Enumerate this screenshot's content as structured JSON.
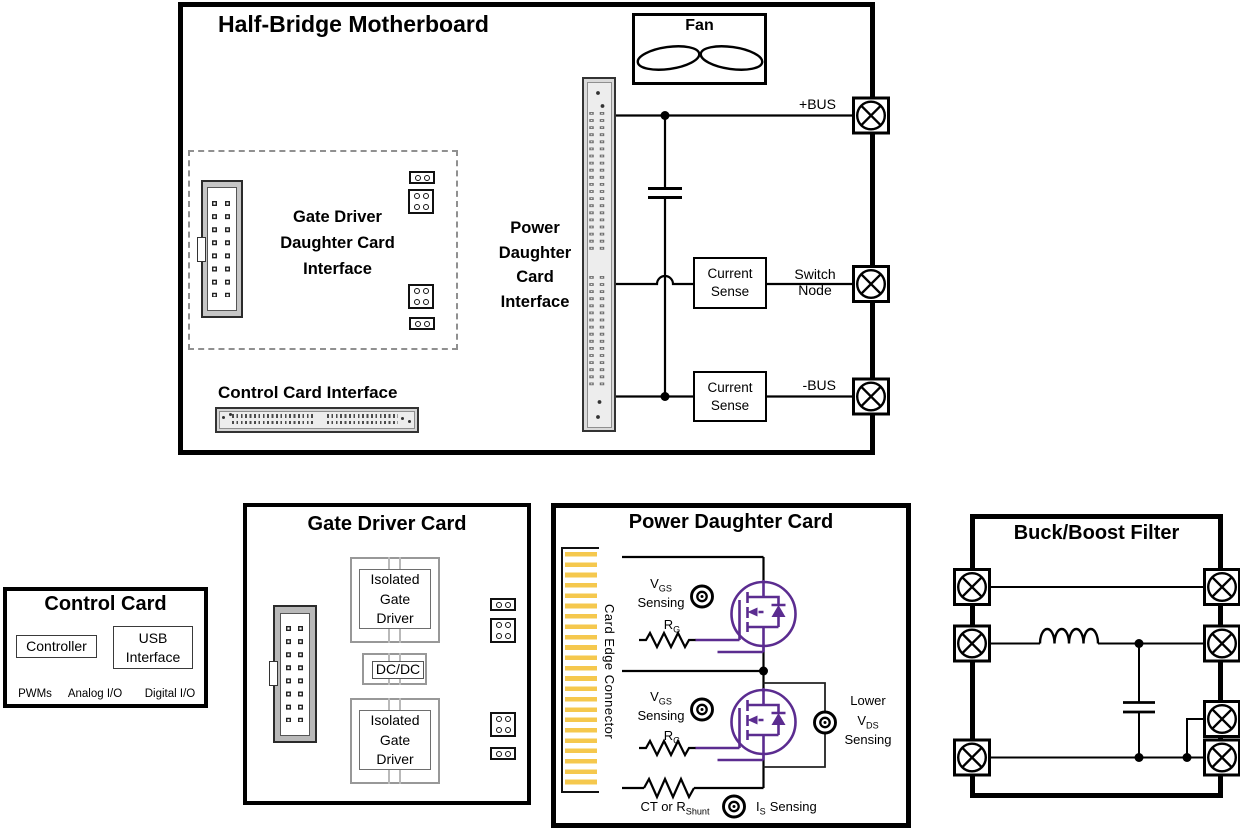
{
  "motherboard": {
    "title": "Half-Bridge Motherboard",
    "fan_label": "Fan",
    "gate_driver_interface": {
      "line1": "Gate Driver",
      "line2": "Daughter Card",
      "line3": "Interface"
    },
    "power_interface": {
      "line1": "Power",
      "line2": "Daughter",
      "line3": "Card",
      "line4": "Interface"
    },
    "control_card_interface_label": "Control Card Interface",
    "current_sense_upper": {
      "line1": "Current",
      "line2": "Sense"
    },
    "current_sense_lower": {
      "line1": "Current",
      "line2": "Sense"
    },
    "ports": {
      "plus_bus": "+BUS",
      "switch_line1": "Switch",
      "switch_line2": "Node",
      "minus_bus": "-BUS"
    }
  },
  "control_card": {
    "title": "Control Card",
    "controller": "Controller",
    "usb": {
      "line1": "USB",
      "line2": "Interface"
    },
    "io": {
      "pwms": "PWMs",
      "analog": "Analog I/O",
      "digital": "Digital I/O"
    }
  },
  "gate_driver_card": {
    "title": "Gate Driver Card",
    "isolated_top": {
      "line1": "Isolated",
      "line2": "Gate",
      "line3": "Driver"
    },
    "dcdc": "DC/DC",
    "isolated_bottom": {
      "line1": "Isolated",
      "line2": "Gate",
      "line3": "Driver"
    }
  },
  "power_daughter_card": {
    "title": "Power Daughter Card",
    "card_edge_label": "Card Edge Connector",
    "vgs_upper": {
      "v": "V",
      "sub": "GS",
      "line2": "Sensing"
    },
    "vgs_lower": {
      "v": "V",
      "sub": "GS",
      "line2": "Sensing"
    },
    "rg_upper": {
      "r": "R",
      "sub": "G"
    },
    "rg_lower": {
      "r": "R",
      "sub": "G"
    },
    "vds": {
      "line1": "Lower",
      "v": "V",
      "sub": "DS",
      "line3": "Sensing"
    },
    "ct": {
      "prefix": "CT or R",
      "sub": "Shunt"
    },
    "is": {
      "i": "I",
      "sub": "S",
      "rest": "Sensing"
    }
  },
  "buck_boost": {
    "title": "Buck/Boost Filter"
  },
  "colors": {
    "mosfet_purple": "#5b2c90",
    "connector_gold": "#f5c84e"
  }
}
